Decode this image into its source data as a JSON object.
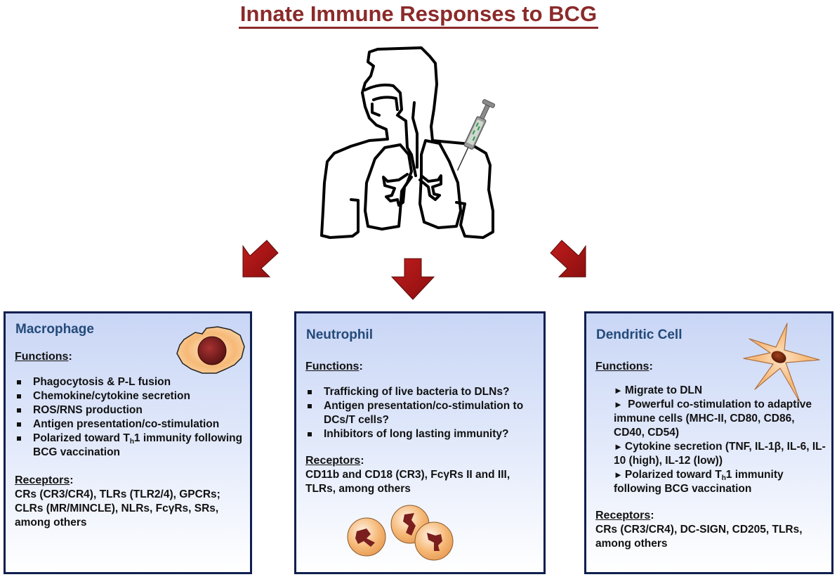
{
  "title": "Innate Immune Responses to BCG",
  "colors": {
    "title": "#8b2a2a",
    "box_border": "#0f1f4f",
    "box_title": "#244a7a",
    "arrow": "#b01818",
    "cell_cytoplasm": "#f6b977",
    "cell_nucleus": "#7a1e1e",
    "syringe_fill": "#3fa05a"
  },
  "figure": {
    "illustration": "respiratory-tract-outline",
    "vaccine_icon": "syringe-icon"
  },
  "boxes": {
    "macrophage": {
      "title": "Macrophage",
      "functions_label": "Functions",
      "functions": [
        "Phagocytosis & P-L fusion",
        "Chemokine/cytokine secretion",
        "ROS/RNS production",
        "Antigen presentation/co-stimulation"
      ],
      "functions_last": {
        "pre": "Polarized toward T",
        "sub": "h",
        "post": "1 immunity following BCG vaccination"
      },
      "receptors_label": "Receptors",
      "receptors": "CRs (CR3/CR4), TLRs (TLR2/4), GPCRs; CLRs (MR/MINCLE), NLRs, FcγRs, SRs, among others"
    },
    "neutrophil": {
      "title": "Neutrophil",
      "functions_label": "Functions",
      "functions": [
        "Trafficking of live bacteria to DLNs?",
        "Antigen presentation/co-stimulation to DCs/T cells?",
        "Inhibitors of long lasting immunity?"
      ],
      "receptors_label": "Receptors",
      "receptors": "CD11b and CD18 (CR3), FcγRs II and III, TLRs, among others"
    },
    "dendritic": {
      "title": "Dendritic Cell",
      "functions_label": "Functions",
      "marker": "►",
      "functions": [
        "Migrate to DLN",
        " Powerful co-stimulation to adaptive immune cells (MHC-II, CD80, CD86, CD40, CD54)",
        "Cytokine secretion (TNF, IL-1β, IL-6, IL-10 (high), IL-12 (low))"
      ],
      "functions_last": {
        "pre": "Polarized toward T",
        "sub": "h",
        "post": "1 immunity following BCG vaccination"
      },
      "receptors_label": "Receptors",
      "receptors": "CRs (CR3/CR4), DC-SIGN, CD205, TLRs, among others"
    }
  },
  "colon": ":"
}
